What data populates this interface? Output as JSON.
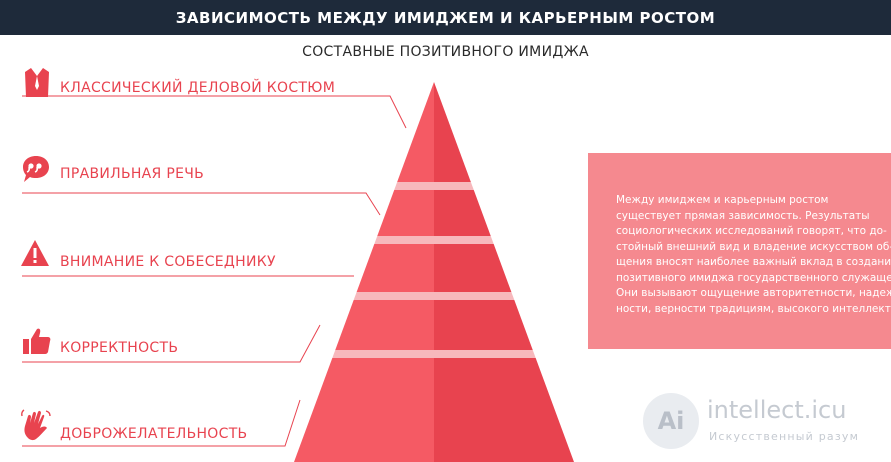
{
  "header": {
    "title": "ЗАВИСИМОСТЬ МЕЖДУ ИМИДЖЕМ И КАРЬЕРНЫМ РОСТОМ"
  },
  "diagram": {
    "subtitle": "СОСТАВНЫЕ ПОЗИТИВНОГО ИМИДЖА",
    "items": [
      {
        "label": "КЛАССИЧЕСКИЙ ДЕЛОВОЙ КОСТЮМ",
        "icon": "suit-icon"
      },
      {
        "label": "ПРАВИЛЬНАЯ РЕЧЬ",
        "icon": "speech-bubble-icon"
      },
      {
        "label": "ВНИМАНИЕ К СОБЕСЕДНИКУ",
        "icon": "warning-icon"
      },
      {
        "label": "КОРРЕКТНОСТЬ",
        "icon": "thumbs-up-icon"
      },
      {
        "label": "ДОБРОЖЕЛАТЕЛЬНОСТЬ",
        "icon": "waving-hand-icon"
      }
    ],
    "colors": {
      "accent": "#e8434f",
      "pyramid_left": "#f55a64",
      "pyramid_right": "#e8434f",
      "pyramid_gap": "#f7b8bc",
      "header_bg": "#1e2a3a",
      "textbox_bg": "#f5898f"
    }
  },
  "textbox": {
    "text": "Между имиджем и карьерным ростом\nсуществует прямая зависимость. Результаты\nсоциологических исследований говорят, что до-\nстойный внешний вид и владение искусством об-\nщения вносят наиболее важный вклад в создание\nпозитивного имиджа государственного служащего.\nОни вызывают ощущение авторитетности, надеж-\nности, верности традициям, высокого интеллекта"
  },
  "watermark": {
    "logo": "Ai",
    "title": "intellect.icu",
    "subtitle": "Искусственный разум"
  }
}
